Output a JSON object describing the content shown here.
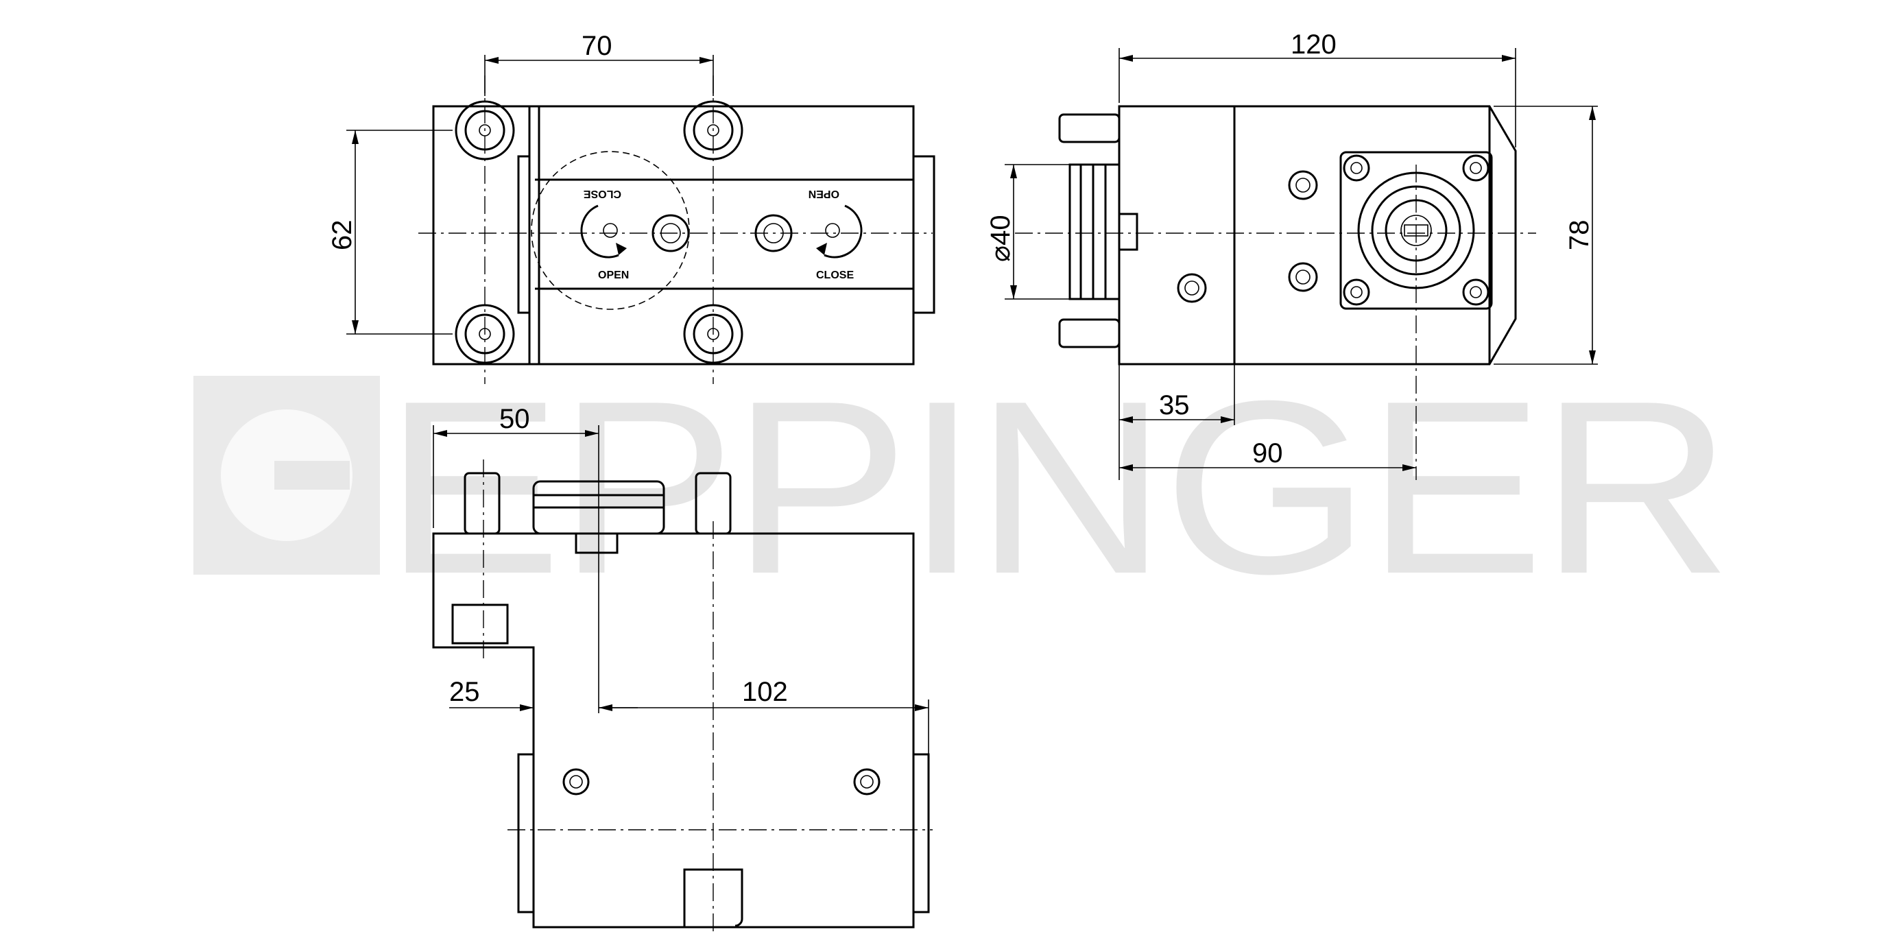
{
  "watermark": {
    "brand": "EPPINGER"
  },
  "top_view": {
    "dimensions": {
      "width_between_holes": "70",
      "height_between_holes": "62"
    },
    "labels": {
      "left_close": "CLOSE",
      "left_open": "OPEN",
      "right_open": "OPEN",
      "right_close": "CLOSE"
    }
  },
  "side_view": {
    "dimensions": {
      "overall_length": "120",
      "shank_diameter": "⌀40",
      "overall_height": "78",
      "flange_offset": "35",
      "spindle_offset": "90"
    }
  },
  "front_view": {
    "dimensions": {
      "pin_offset": "50",
      "step_offset": "25",
      "body_length": "102"
    }
  }
}
